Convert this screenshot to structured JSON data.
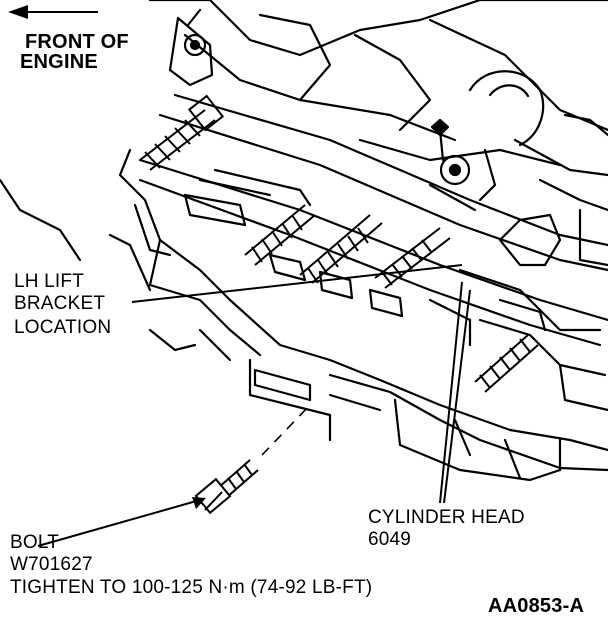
{
  "labels": {
    "front_of_engine_line1": "FRONT OF",
    "front_of_engine_line2": "ENGINE",
    "lh_lift_line1": "LH LIFT",
    "lh_lift_line2": "BRACKET",
    "lh_lift_line3": "LOCATION",
    "cylinder_head_line1": "CYLINDER HEAD",
    "cylinder_head_line2": "6049",
    "bolt_line1": "BOLT",
    "bolt_line2": "W701627",
    "bolt_line3": "TIGHTEN TO 100-125 N·m (74-92 LB-FT)",
    "figure_id": "AA0853-A"
  },
  "colors": {
    "ink": "#000000",
    "paper": "#ffffff"
  }
}
